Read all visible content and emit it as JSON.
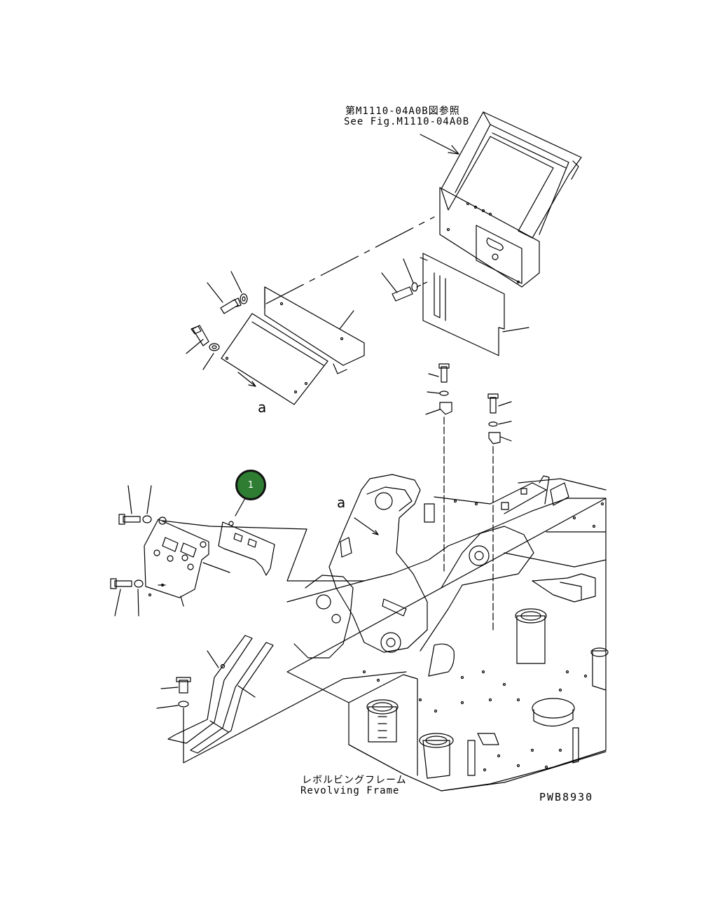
{
  "labels": {
    "reference_ja": "第M1110-04A0B図参照",
    "reference_en": "See Fig.M1110-04A0B",
    "frame_ja": "レボルビングフレーム",
    "frame_en": "Revolving Frame",
    "drawing_number": "PWB8930",
    "view_a_1": "a",
    "view_a_2": "a"
  },
  "callouts": [
    {
      "number": "1",
      "color": "#2e7d32"
    }
  ]
}
